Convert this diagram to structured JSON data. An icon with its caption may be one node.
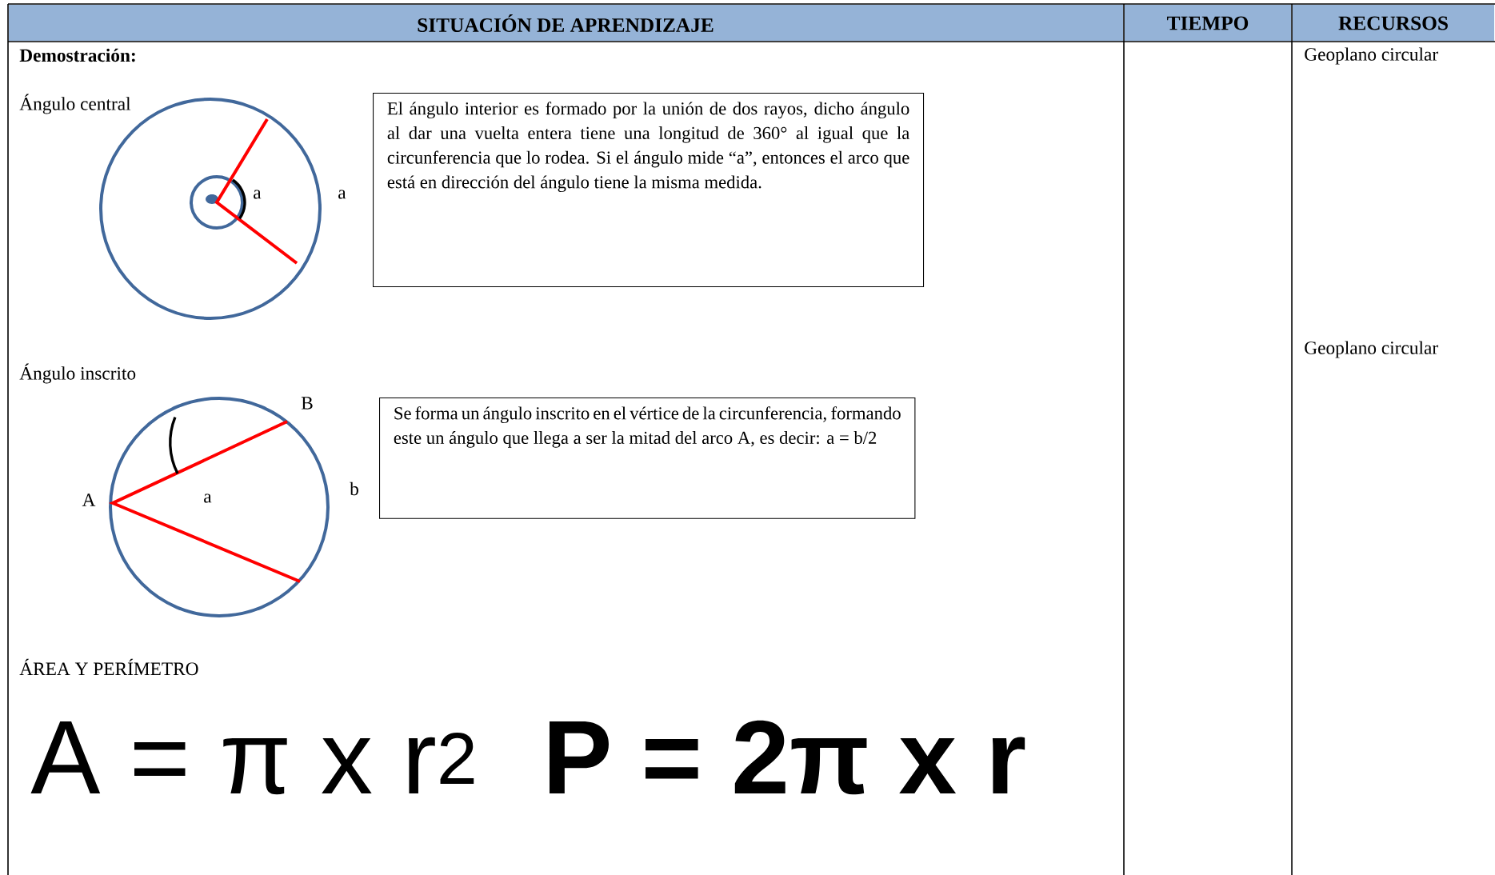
{
  "diagram": {
    "nodes": [
      {
        "text": [
          "El ángulo interior es formado por la unión de dos rayos, dicho ángulo al dar una vuelta entera tiene una longitud de 360° al igual que la circunferencia que lo rodea. Si el ángulo mide “a”, entonces el arco que está en dirección del ángulo tiene la misma medida."
        ]
      },
      {
        "text": [
          "Se forma un ángulo inscrito en el vértice de la circunferencia, formando este un ángulo que llega a ser la mitad del arco A, es decir: a = b/2"
        ]
      }
    ],
    "labels": [
      "SITUACIÓN DE APRENDIZAJE",
      "TIEMPO",
      "RECURSOS",
      "Demostración:",
      "Geoplano circular",
      "Ángulo central",
      "a",
      "a",
      "Geoplano circular",
      "Ángulo inscrito",
      "B",
      "A",
      "a",
      "b",
      "ÁREA Y PERÍMETRO",
      "A = π x r$^{2}$",
      "P = 2π x r"
    ]
  }
}
